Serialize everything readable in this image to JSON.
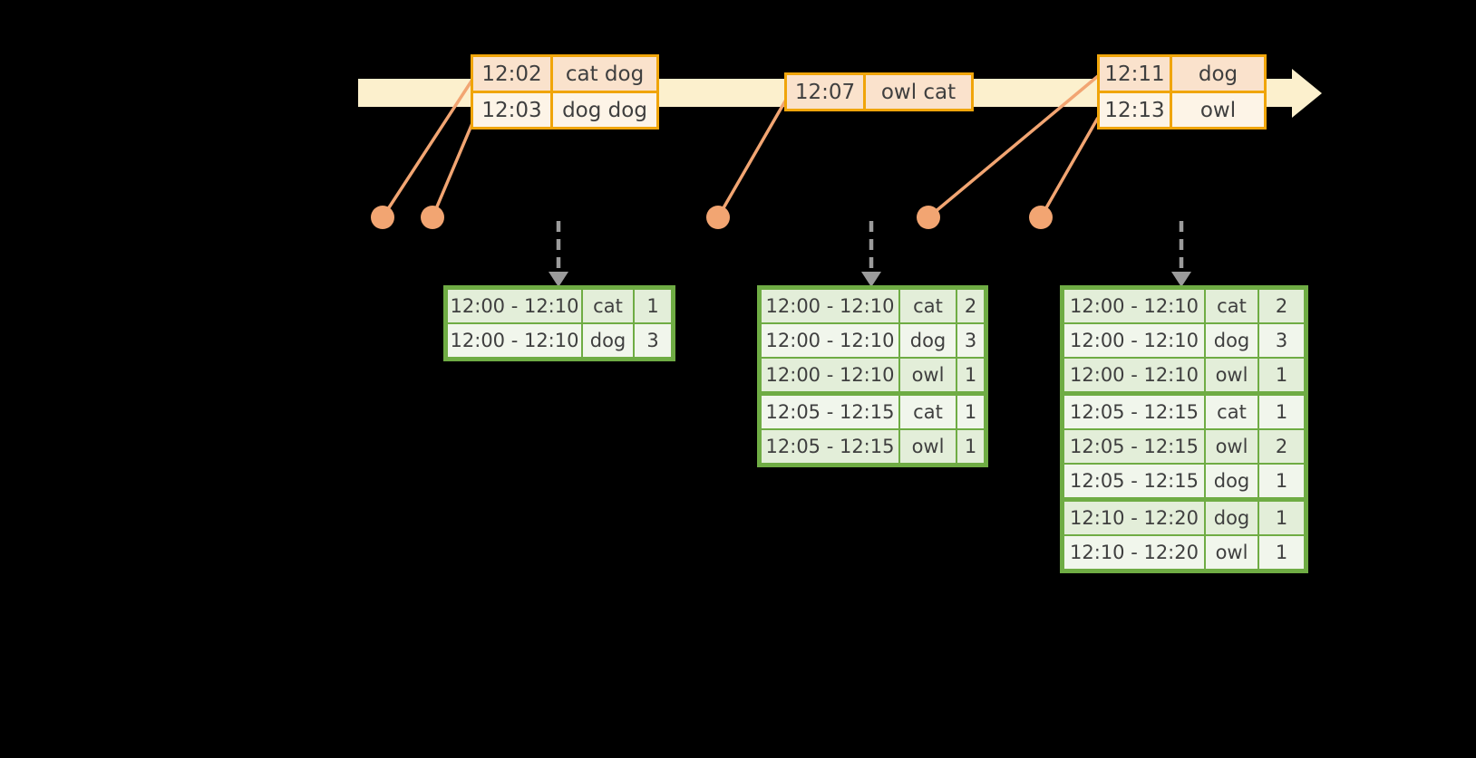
{
  "colors": {
    "background": "#000000",
    "timeline_fill": "#FCF0CD",
    "event_table_border": "#F0A50A",
    "event_row_fill_dark": "#FAE2CC",
    "event_row_fill_light": "#FDF4E7",
    "connector_and_dot": "#F2A572",
    "trigger_arrow_gray": "#9B9B9B",
    "result_table_border": "#6FAC44",
    "result_row_fill_dark": "#E3EED9",
    "result_row_fill_light": "#F1F6EC",
    "text": "#3F3F3F"
  },
  "event_boxes": [
    {
      "rows": [
        {
          "time": "12:02",
          "words": "cat dog"
        },
        {
          "time": "12:03",
          "words": "dog dog"
        }
      ]
    },
    {
      "rows": [
        {
          "time": "12:07",
          "words": "owl cat"
        }
      ]
    },
    {
      "rows": [
        {
          "time": "12:11",
          "words": "dog"
        },
        {
          "time": "12:13",
          "words": "owl"
        }
      ]
    }
  ],
  "result_tables": [
    {
      "rows": [
        {
          "window": "12:00 - 12:10",
          "word": "cat",
          "count": "1"
        },
        {
          "window": "12:00 - 12:10",
          "word": "dog",
          "count": "3"
        }
      ]
    },
    {
      "rows": [
        {
          "window": "12:00 - 12:10",
          "word": "cat",
          "count": "2"
        },
        {
          "window": "12:00 - 12:10",
          "word": "dog",
          "count": "3"
        },
        {
          "window": "12:00 - 12:10",
          "word": "owl",
          "count": "1"
        },
        {
          "window": "12:05 - 12:15",
          "word": "cat",
          "count": "1"
        },
        {
          "window": "12:05 - 12:15",
          "word": "owl",
          "count": "1"
        }
      ]
    },
    {
      "rows": [
        {
          "window": "12:00 - 12:10",
          "word": "cat",
          "count": "2"
        },
        {
          "window": "12:00 - 12:10",
          "word": "dog",
          "count": "3"
        },
        {
          "window": "12:00 - 12:10",
          "word": "owl",
          "count": "1"
        },
        {
          "window": "12:05 - 12:15",
          "word": "cat",
          "count": "1"
        },
        {
          "window": "12:05 - 12:15",
          "word": "owl",
          "count": "2"
        },
        {
          "window": "12:05 - 12:15",
          "word": "dog",
          "count": "1"
        },
        {
          "window": "12:10 - 12:20",
          "word": "dog",
          "count": "1"
        },
        {
          "window": "12:10 - 12:20",
          "word": "owl",
          "count": "1"
        }
      ]
    }
  ]
}
